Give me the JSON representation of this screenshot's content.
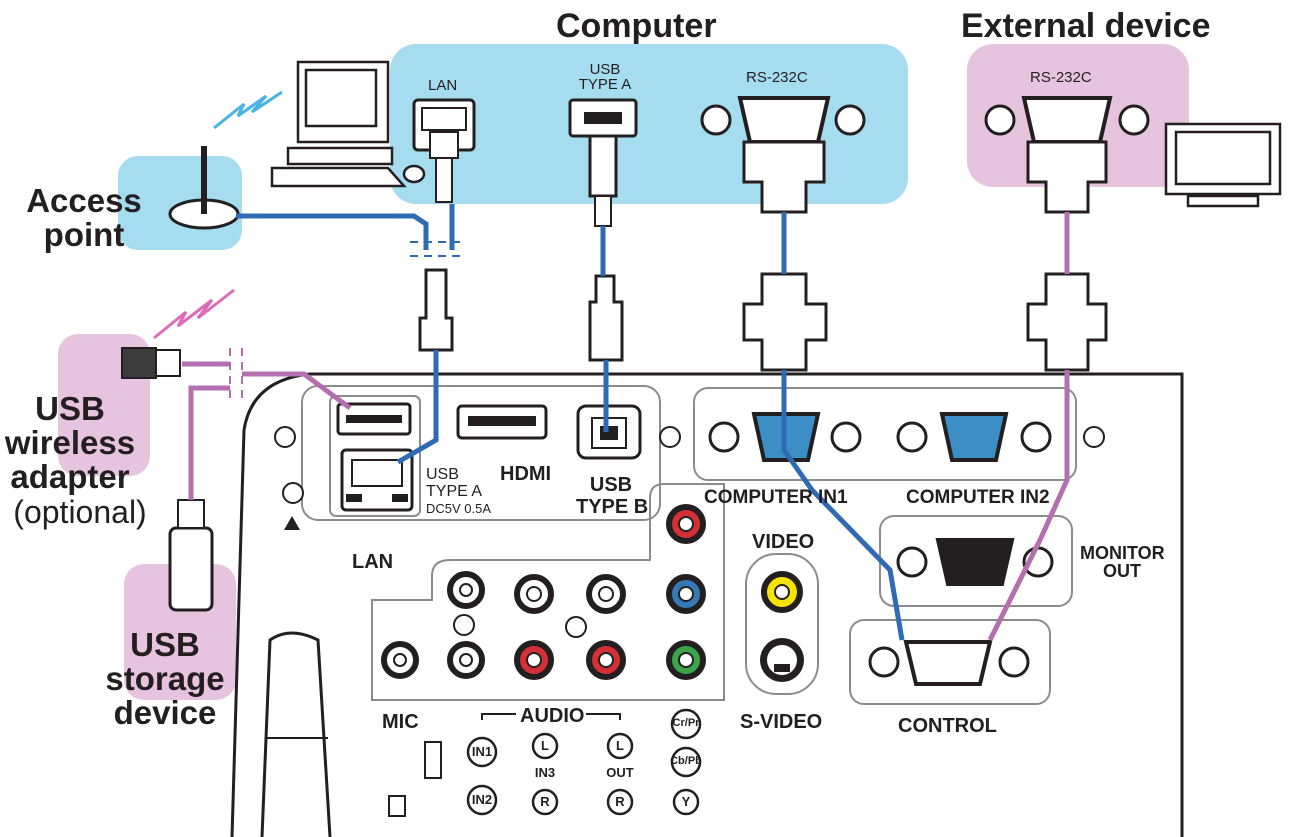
{
  "headings": {
    "computer": "Computer",
    "external_device": "External device"
  },
  "devices": {
    "access_point": [
      "Access",
      "point"
    ],
    "usb_wireless_adapter": [
      "USB",
      "wireless",
      "adapter"
    ],
    "optional": "(optional)",
    "usb_storage_device": [
      "USB",
      "storage",
      "device"
    ]
  },
  "computer_ports": {
    "lan": "LAN",
    "usb_type_a": [
      "USB",
      "TYPE A"
    ],
    "rs232c": "RS-232C"
  },
  "external_ports": {
    "rs232c": "RS-232C"
  },
  "projector_panel": {
    "lan": "LAN",
    "usb_type_a": [
      "USB",
      "TYPE A",
      "DC5V 0.5A"
    ],
    "hdmi": "HDMI",
    "usb_type_b": [
      "USB",
      "TYPE B"
    ],
    "computer_in1": "COMPUTER IN1",
    "computer_in2": "COMPUTER IN2",
    "monitor_out": [
      "MONITOR",
      "OUT"
    ],
    "video": "VIDEO",
    "s_video": "S-VIDEO",
    "control": "CONTROL",
    "mic": "MIC",
    "audio": "AUDIO",
    "in1": "IN1",
    "in2": "IN2",
    "in3": "IN3",
    "out": "OUT",
    "l": "L",
    "r": "R",
    "cr_pr": "Cr/Pr",
    "cb_pb": "Cb/Pb",
    "y": "Y"
  },
  "colors": {
    "computer_zone": "#a6dcef",
    "external_zone": "#e6c3df",
    "cable_blue": "#2e6bb3",
    "cable_purple": "#b46fb0",
    "outline": "#231f20"
  }
}
